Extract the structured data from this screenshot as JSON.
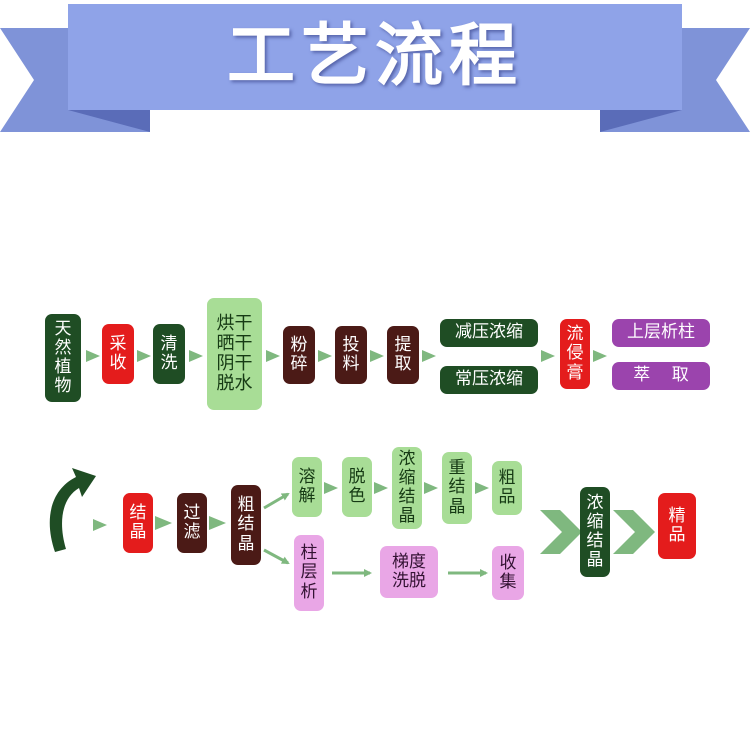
{
  "title": "工艺流程",
  "colors": {
    "banner": "#8fa3e8",
    "dark_green": "#1f4d24",
    "red": "#e41c1c",
    "light_green": "#a8dd96",
    "brown": "#4b1a16",
    "purple": "#c67bcf",
    "arrow": "#7fb87f"
  },
  "row1": {
    "natural_plants": "天\n然\n植\n物",
    "harvest": "采\n收",
    "wash": "清\n洗",
    "dry": "烘干\n晒干\n阴干\n脱水",
    "crush": "粉\n碎",
    "feed": "投\n料",
    "extract": "提\n取",
    "vacuum_concentrate": "减压浓缩",
    "normal_concentrate": "常压浓缩",
    "extract_paste": "流\n侵\n膏",
    "upper_column": "上层析柱",
    "extraction": "萃    取"
  },
  "row2": {
    "crystallize": "结\n晶",
    "filter": "过\n滤",
    "crude_crystal": "粗\n结\n晶",
    "dissolve": "溶\n解",
    "decolor": "脱\n色",
    "concentrate_crystal": "浓\n缩\n结\n晶",
    "recrystallize": "重\n结\n晶",
    "crude_product": "粗\n品",
    "column": "柱\n层\n析",
    "gradient_elution": "梯度\n洗脱",
    "collect": "收\n集",
    "concentrate_crystal_2": "浓\n缩\n结\n晶",
    "refined_product": "精\n品"
  }
}
